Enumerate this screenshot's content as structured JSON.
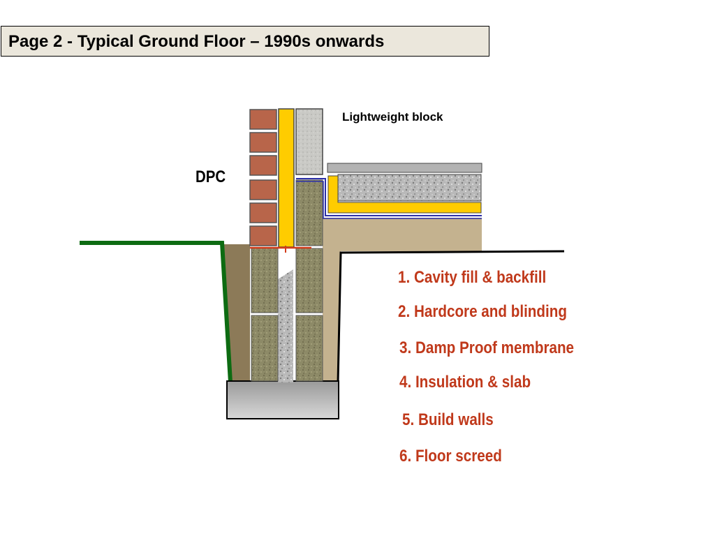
{
  "title": "Page 2 - Typical Ground Floor – 1990s onwards",
  "labels": {
    "dpc": "DPC",
    "lightweight_block": "Lightweight block"
  },
  "steps": [
    "1. Cavity fill & backfill",
    "2. Hardcore and blinding",
    "3. Damp Proof membrane",
    "4. Insulation & slab",
    "5. Build walls",
    "6. Floor screed"
  ],
  "colors": {
    "step_text": "#c0391b",
    "title_background": "#ebe7dc",
    "insulation": "#ffcc00",
    "brick": "#b8654a",
    "membrane": "#2b2fa8",
    "ground_line": "#0d6b12",
    "soil": "#8c7a58",
    "hardcore": "#c4b28f"
  }
}
